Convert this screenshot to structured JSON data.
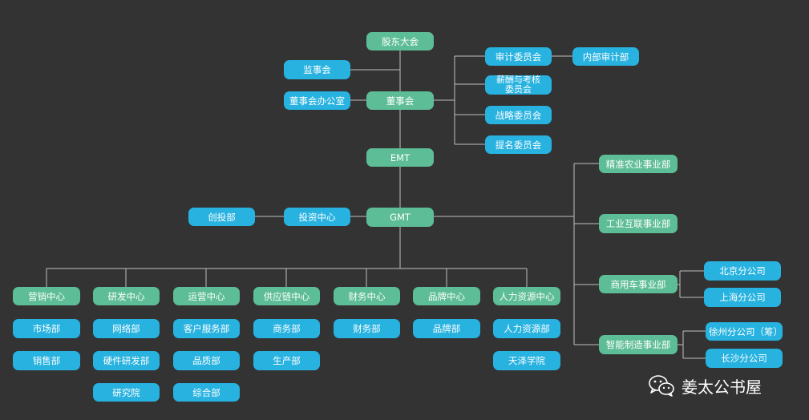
{
  "nodes": {
    "shareholders": "股东大会",
    "supervisory_board": "监事会",
    "board_office": "董事会办公室",
    "board": "董事会",
    "audit_committee": "审计委员会",
    "internal_audit": "内部审计部",
    "compensation_committee": "薪酬与考核委员会",
    "strategy_committee": "战略委员会",
    "nomination_committee": "提名委员会",
    "emt": "EMT",
    "gmt": "GMT",
    "investment_center": "投资中心",
    "venture_dept": "创投部",
    "precision_agri": "精准农业事业部",
    "industrial_iot": "工业互联事业部",
    "commercial_vehicle": "商用车事业部",
    "smart_manufacturing": "智能制造事业部",
    "beijing_branch": "北京分公司",
    "shanghai_branch": "上海分公司",
    "xuzhou_branch": "徐州分公司（筹）",
    "changsha_branch": "长沙分公司",
    "marketing_center": "营销中心",
    "rd_center": "研发中心",
    "operations_center": "运营中心",
    "supply_chain_center": "供应链中心",
    "finance_center": "财务中心",
    "brand_center": "品牌中心",
    "hr_center": "人力资源中心",
    "market_dept": "市场部",
    "sales_dept": "销售部",
    "network_dept": "网络部",
    "hardware_rd_dept": "硬件研发部",
    "research_institute": "研究院",
    "customer_service_dept": "客户服务部",
    "quality_dept": "品质部",
    "general_dept": "综合部",
    "business_dept": "商务部",
    "production_dept": "生产部",
    "finance_dept": "财务部",
    "brand_dept": "品牌部",
    "hr_dept": "人力资源部",
    "tianze_academy": "天泽学院"
  },
  "watermark": {
    "text": "姜太公书屋",
    "icon": "wechat-icon"
  },
  "colors": {
    "background": "#333333",
    "governance_node": "#5dbd96",
    "department_node": "#27b2e0",
    "connector": "#bfbfbf",
    "text": "#ffffff"
  }
}
